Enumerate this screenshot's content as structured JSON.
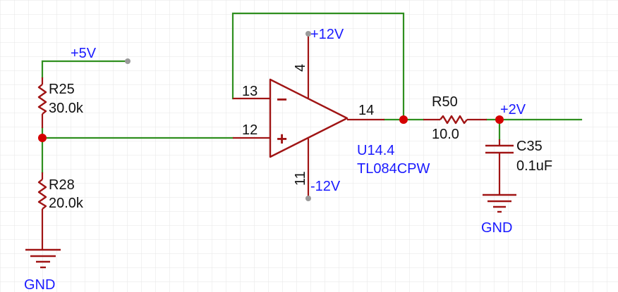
{
  "colors": {
    "wire": "#2f8f1f",
    "component": "#a01414",
    "net_label": "#1a1aff",
    "pin_text": "#111111",
    "grid": "#e6e6e6",
    "junction": "#d40000",
    "endpoint": "#9a9a9a"
  },
  "nets": {
    "plus5v": "+5V",
    "plus12v": "+12V",
    "minus12v": "-12V",
    "plus2v": "+2V",
    "gnd_left": "GND",
    "gnd_right": "GND"
  },
  "components": {
    "r25": {
      "ref": "R25",
      "value": "30.0k"
    },
    "r28": {
      "ref": "R28",
      "value": "20.0k"
    },
    "r50": {
      "ref": "R50",
      "value": "10.0"
    },
    "c35": {
      "ref": "C35",
      "value": "0.1uF"
    },
    "u14": {
      "ref": "U14.4",
      "part": "TL084CPW"
    }
  },
  "pins": {
    "in_minus": "13",
    "in_plus": "12",
    "output": "14",
    "vplus": "4",
    "vminus": "11"
  },
  "symbols": {
    "minus": "−",
    "plus": "+"
  }
}
